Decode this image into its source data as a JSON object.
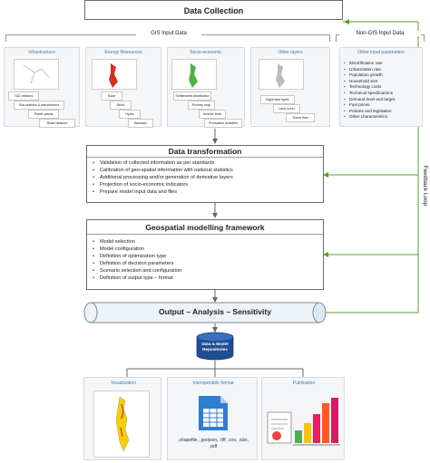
{
  "data_collection": {
    "title": "Data Collection",
    "gis_label": "GIS Input Data",
    "non_gis_label": "Non-GIS Input Data",
    "categories": [
      {
        "title": "Infrastructure",
        "items": [
          "T&D network",
          "Sub-stations & transformers",
          "Power plants",
          "Road Network"
        ]
      },
      {
        "title": "Energy Resources",
        "items": [
          "Solar",
          "Wind",
          "Hydro",
          "Biomass"
        ]
      },
      {
        "title": "Socio-economic",
        "items": [
          "Settlements distribution",
          "Poverty map",
          "Income level",
          "Productive activities"
        ]
      },
      {
        "title": "Other layers",
        "items": [
          "Night time lights",
          "Land cover",
          "Travel time"
        ]
      }
    ],
    "other_params_title": "Other input parameters",
    "other_params": [
      "Electrification rate",
      "Urbanization rate",
      "Population growth",
      "Household size",
      "Technology costs",
      "Technical specifications",
      "Demand level and target",
      "Fuel prices",
      "Policies and legislation",
      "Other characteristics"
    ]
  },
  "transformation": {
    "title": "Data transformation",
    "items": [
      "Validation of collected information as per standards",
      "Calibration of geo-spatial information with national statistics",
      "Additional processing and/or generation of derivative layers",
      "Projection of socio-economic indicators",
      "Prepare model input data and files"
    ]
  },
  "framework": {
    "title": "Geospatial modelling framework",
    "items": [
      "Model selection",
      "Model configuration",
      "Definition of optimization type",
      "Definition of decision parameters",
      "Scenario selection and configuration",
      "Definition of output type – format"
    ]
  },
  "output": {
    "title": "Output – Analysis – Sensitivity"
  },
  "repository": {
    "label": "Data & Model Repositories"
  },
  "outputs": [
    {
      "title": "Visualization"
    },
    {
      "title": "Interoperable format",
      "caption": ".shapefile, .geojson, .tiff, .csv, .xlsx, .pdf"
    },
    {
      "title": "Publication"
    }
  ],
  "feedback": {
    "label": "Feedback Loop"
  },
  "colors": {
    "arrow_green": "#5aa02c",
    "blue_label": "#3a7bb8",
    "line": "#7a7a7a"
  }
}
